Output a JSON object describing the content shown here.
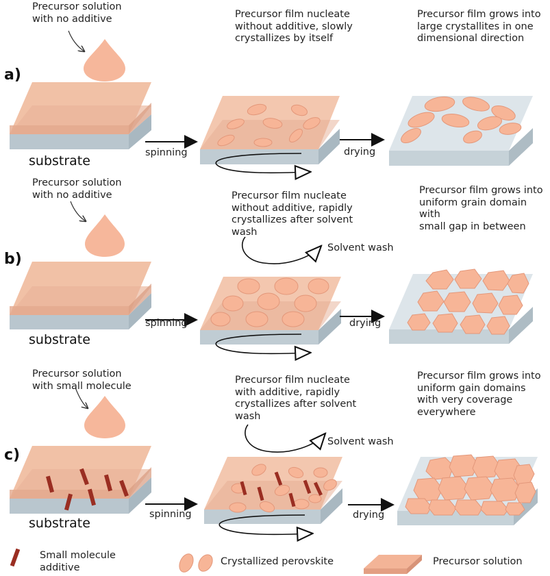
{
  "row_a": {
    "panel_label": "a)",
    "drop_caption": "Precursor solution\nwith no additive",
    "step2_caption": "Precursor film nucleate\nwithout additive, slowly\ncrystallizes by itself",
    "step3_caption": "Precursor film grows into\nlarge crystallites in one\ndimensional direction",
    "substrate_label": "substrate",
    "arrow1_label": "spinning",
    "arrow2_label": "drying"
  },
  "row_b": {
    "panel_label": "b)",
    "drop_caption": "Precursor solution\nwith no additive",
    "step2_caption": "Precursor film nucleate\nwithout additive, rapidly\ncrystallizes after solvent\nwash",
    "step3_caption": "Precursor film grows into\nuniform grain domain with\nsmall gap in between",
    "wash_label": "Solvent wash",
    "substrate_label": "substrate",
    "arrow1_label": "spinning",
    "arrow2_label": "drying"
  },
  "row_c": {
    "panel_label": "c)",
    "drop_caption": "Precursor solution\nwith small molecule",
    "step2_caption": "Precursor film nucleate\nwith additive, rapidly\ncrystallizes after solvent\nwash",
    "step3_caption": "Precursor film grows into\nuniform gain domains\nwith very coverage\neverywhere",
    "wash_label": "Solvent wash",
    "substrate_label": "substrate",
    "arrow1_label": "spinning",
    "arrow2_label": "drying"
  },
  "legend": {
    "additive": "Small molecule\nadditive",
    "perovskite": "Crystallized perovskite",
    "precursor": "Precursor solution"
  },
  "colors": {
    "precursor": "#f6b79b",
    "crystal": "#f7b597",
    "crystal_edge": "#e79c7e",
    "substrate_top": "#d9e2e7",
    "substrate_side": "#b7c5cd",
    "additive": "#9a2e22"
  }
}
